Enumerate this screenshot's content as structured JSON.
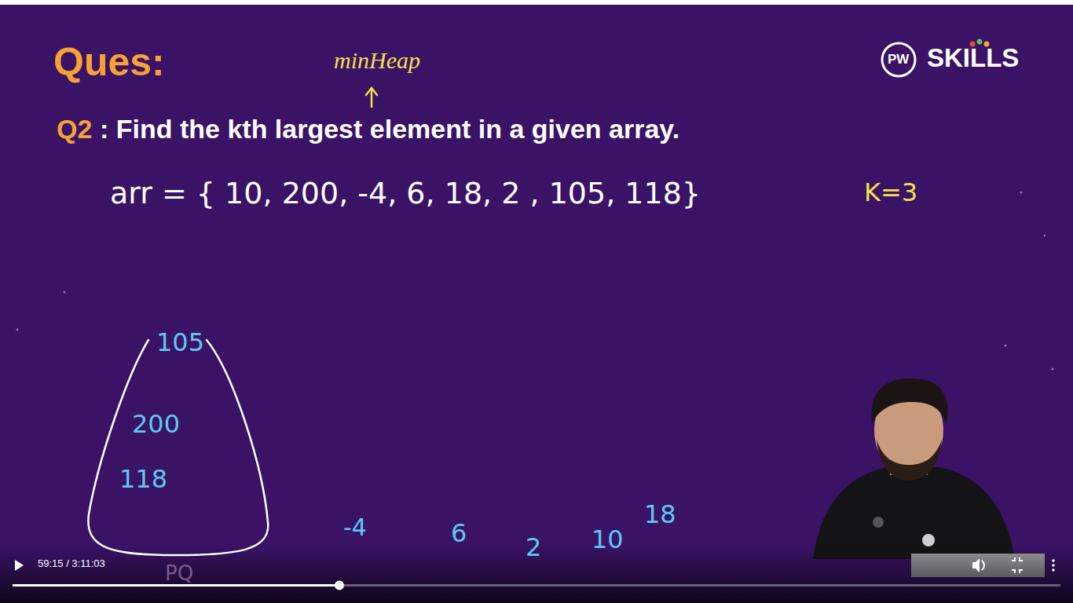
{
  "diagram": {
    "title": "Ques:",
    "nodes": [
      {
        "text": [
          "105",
          "200",
          "118"
        ]
      }
    ],
    "labels": [
      "minHeap",
      "Q2",
      ": Find the kth largest element in a given array.",
      "arr = { 10, 200, -4, 6, 18, 2 , 105, 118}",
      "K=3",
      "-4",
      "6",
      "2",
      "10",
      "18",
      "PQ",
      "PW",
      "SKILLS",
      "59:15 / 3:11:03"
    ]
  }
}
